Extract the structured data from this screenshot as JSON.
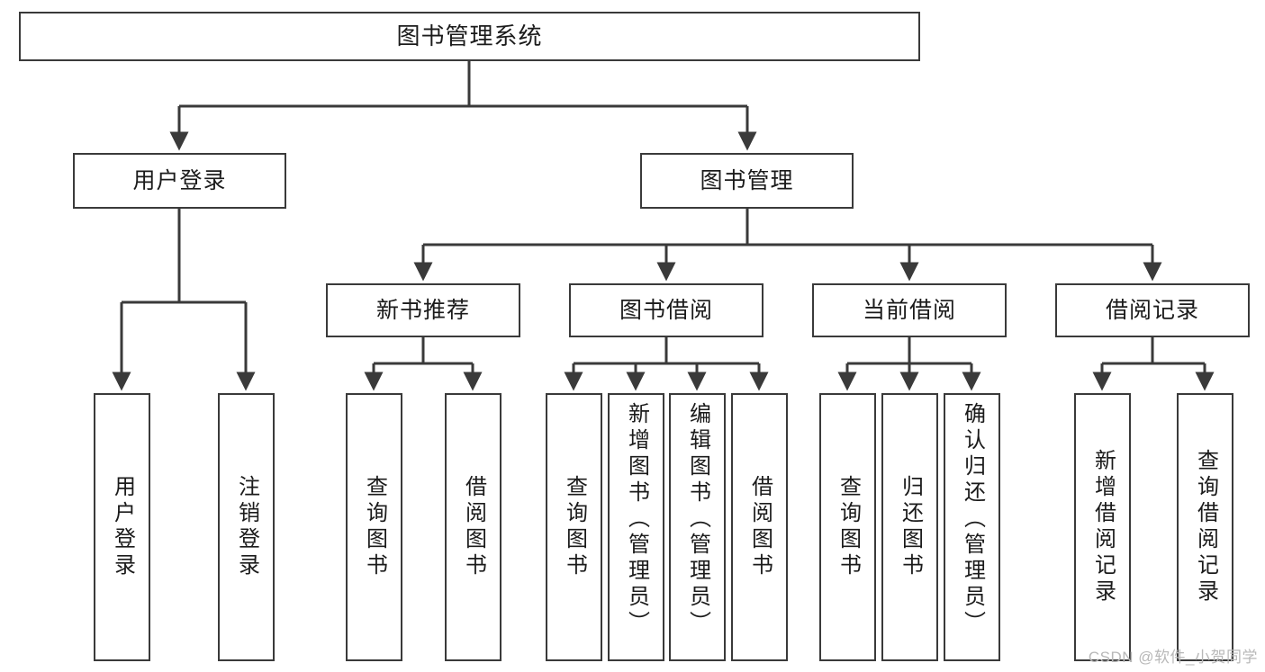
{
  "diagram": {
    "type": "tree-hierarchy-chart",
    "title": "图书管理系统",
    "colors": {
      "stroke": "#3a3a3a",
      "text": "#1b1b1b",
      "background": "#ffffff",
      "watermark": "#b8b8b8"
    },
    "root": {
      "label": "图书管理系统"
    },
    "level2": [
      {
        "id": "user-login",
        "label": "用户登录"
      },
      {
        "id": "book-management",
        "label": "图书管理"
      }
    ],
    "level3": [
      {
        "id": "new-book-recommend",
        "label": "新书推荐",
        "parent": "book-management"
      },
      {
        "id": "book-borrow",
        "label": "图书借阅",
        "parent": "book-management"
      },
      {
        "id": "current-borrow",
        "label": "当前借阅",
        "parent": "book-management"
      },
      {
        "id": "borrow-record",
        "label": "借阅记录",
        "parent": "book-management"
      }
    ],
    "leaves": {
      "user-login": [
        {
          "id": "leaf-user-login",
          "label": "用户登录"
        },
        {
          "id": "leaf-user-logout",
          "label": "注销登录"
        }
      ],
      "new-book-recommend": [
        {
          "id": "leaf-query-book-1",
          "label": "查询图书"
        },
        {
          "id": "leaf-borrow-book-1",
          "label": "借阅图书"
        }
      ],
      "book-borrow": [
        {
          "id": "leaf-query-book-2",
          "label": "查询图书"
        },
        {
          "id": "leaf-add-book",
          "label": "新增图书（管理员）"
        },
        {
          "id": "leaf-edit-book",
          "label": "编辑图书（管理员）"
        },
        {
          "id": "leaf-borrow-book-2",
          "label": "借阅图书"
        }
      ],
      "current-borrow": [
        {
          "id": "leaf-query-book-3",
          "label": "查询图书"
        },
        {
          "id": "leaf-return-book",
          "label": "归还图书"
        },
        {
          "id": "leaf-confirm-return",
          "label": "确认归还（管理员）"
        }
      ],
      "borrow-record": [
        {
          "id": "leaf-add-record",
          "label": "新增借阅记录"
        },
        {
          "id": "leaf-query-record",
          "label": "查询借阅记录"
        }
      ]
    },
    "watermark": "CSDN @软件_小贺同学"
  }
}
